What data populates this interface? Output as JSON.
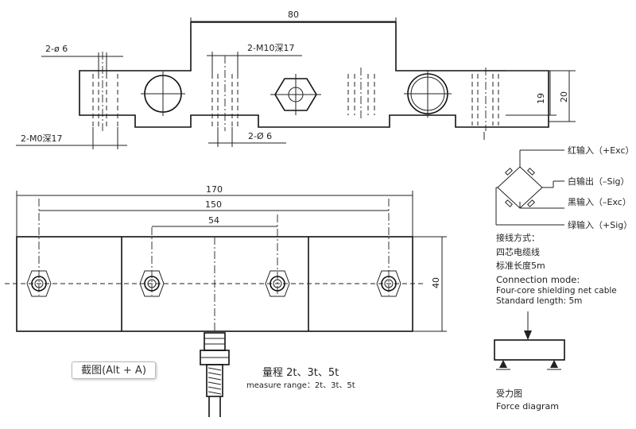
{
  "top_view": {
    "dim_80": "80",
    "dim_2phi6_top": "2-ø 6",
    "dim_2m10": "2-M10深17",
    "dim_2m0": "2-M0深17",
    "dim_2phi6_bottom": "2-Ø 6",
    "dim_19": "19",
    "dim_20": "20"
  },
  "front_view": {
    "dim_170": "170",
    "dim_150": "150",
    "dim_54": "54",
    "dim_40": "40"
  },
  "range": {
    "cn": "量程 2t、3t、5t",
    "en": "measure range：2t、3t、5t"
  },
  "wiring": {
    "labels": [
      "红输入（+Exc）",
      "白输出（–Sig）",
      "黑输入（–Exc）",
      "绿输入（+Sig）"
    ],
    "mode_cn": "接线方式：",
    "cable_cn": "四芯电缆线",
    "length_cn": "标准长度5m",
    "mode_en": "Connection mode:",
    "cable_en": "Four-core shielding net cable",
    "length_en": "Standard length: 5m"
  },
  "force": {
    "cn": "受力图",
    "en": "Force diagram"
  },
  "tooltip": "截图(Alt + A)"
}
